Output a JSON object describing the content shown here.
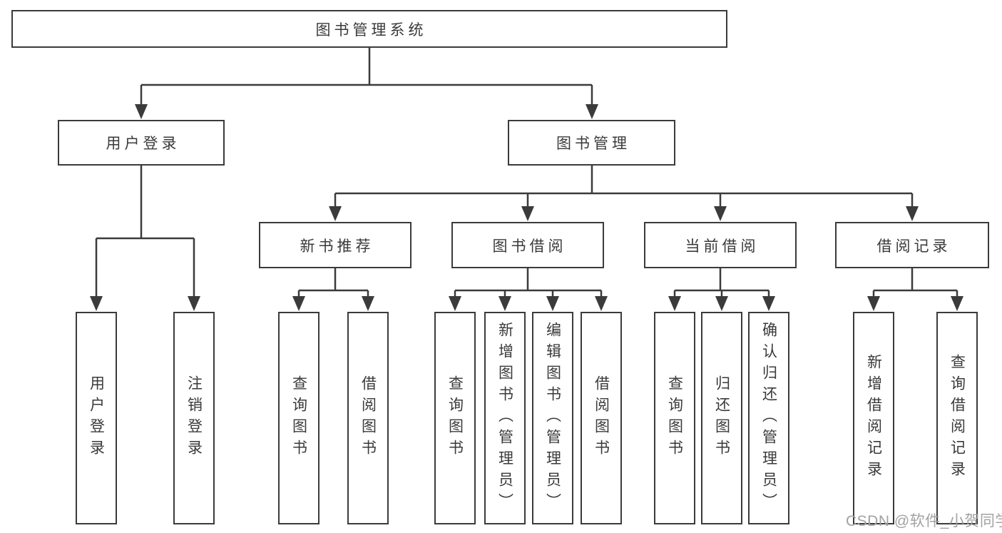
{
  "root": {
    "label": "图书管理系统"
  },
  "branches": {
    "user_login": {
      "label": "用户登录",
      "children": [
        {
          "label": "用户登录"
        },
        {
          "label": "注销登录"
        }
      ]
    },
    "book_management": {
      "label": "图书管理",
      "groups": {
        "new_book_recommend": {
          "label": "新书推荐",
          "children": [
            {
              "label": "查询图书"
            },
            {
              "label": "借阅图书"
            }
          ]
        },
        "book_borrow": {
          "label": "图书借阅",
          "children": [
            {
              "label": "查询图书"
            },
            {
              "label": "新增图书（管理员）"
            },
            {
              "label": "编辑图书（管理员）"
            },
            {
              "label": "借阅图书"
            }
          ]
        },
        "current_borrow": {
          "label": "当前借阅",
          "children": [
            {
              "label": "查询图书"
            },
            {
              "label": "归还图书"
            },
            {
              "label": "确认归还（管理员）"
            }
          ]
        },
        "borrow_record": {
          "label": "借阅记录",
          "children": [
            {
              "label": "新增借阅记录"
            },
            {
              "label": "查询借阅记录"
            }
          ]
        }
      }
    }
  },
  "watermark": {
    "text": "CSDN @软件_小贺同学"
  },
  "colors": {
    "line": "#3b3b3b",
    "text": "#3a3a3a",
    "box_fill": "#ffffff",
    "watermark": "#a2a2a2"
  }
}
